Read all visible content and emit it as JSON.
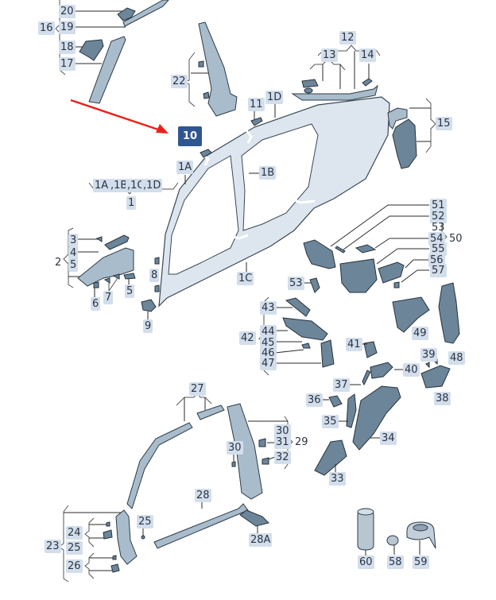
{
  "diagram": {
    "title": "Body side panel exploded parts diagram",
    "highlighted_callout": "10",
    "accent_color": "#2f5690",
    "arrow_color": "#e8231c",
    "label_bg_color": "#d3deec"
  },
  "labels": {
    "l20": "20",
    "l19": "19",
    "l16": "16",
    "l18": "18",
    "l17": "17",
    "l22": "22",
    "l12": "12",
    "l13": "13",
    "l14": "14",
    "l11": "11",
    "l1D": "1D",
    "l10": "10",
    "l15": "15",
    "l1A": "1A",
    "l1B": "1B",
    "g1A": "1A",
    "g1B": ",1B",
    "g1C": ",1C",
    "g1D": ",1D",
    "g1": "1",
    "l3": "3",
    "l4": "4",
    "l2": "2",
    "l5a": "5",
    "l8": "8",
    "l6": "6",
    "l7": "7",
    "l5b": "5",
    "l1C": "1C",
    "l9": "9",
    "l51": "51",
    "l52": "52",
    "l53r": "53",
    "l54": "54",
    "l50": "50",
    "l55": "55",
    "l56": "56",
    "l57": "57",
    "l53": "53",
    "l43": "43",
    "l44": "44",
    "l42": "42",
    "l45": "45",
    "l46": "46",
    "l47": "47",
    "l41": "41",
    "l49": "49",
    "l48": "48",
    "l39": "39",
    "l40": "40",
    "l37": "37",
    "l38": "38",
    "l36": "36",
    "l35": "35",
    "l34": "34",
    "l33": "33",
    "l27": "27",
    "l30a": "30",
    "l30b": "30",
    "l31": "31",
    "l29": "29",
    "l32": "32",
    "l28": "28",
    "l25a": "25",
    "l24": "24",
    "l23": "23",
    "l25b": "25",
    "l26": "26",
    "l28A": "28A",
    "l60": "60",
    "l58": "58",
    "l59": "59"
  }
}
